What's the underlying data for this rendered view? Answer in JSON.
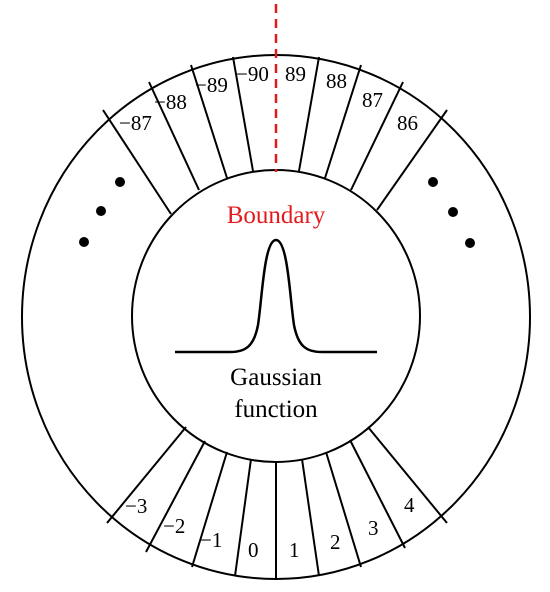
{
  "boundary_label": "Boundary",
  "inner_label_line1": "Gaussian",
  "inner_label_line2": "function",
  "sector_labels_top": [
    "−87",
    "−88",
    "−89",
    "−90",
    "89",
    "88",
    "87",
    "86"
  ],
  "sector_labels_bottom": [
    "−3",
    "−2",
    "−1",
    "0",
    "1",
    "2",
    "3",
    "4"
  ],
  "colors": {
    "line": "#000000",
    "boundary": "#e31a1c"
  }
}
